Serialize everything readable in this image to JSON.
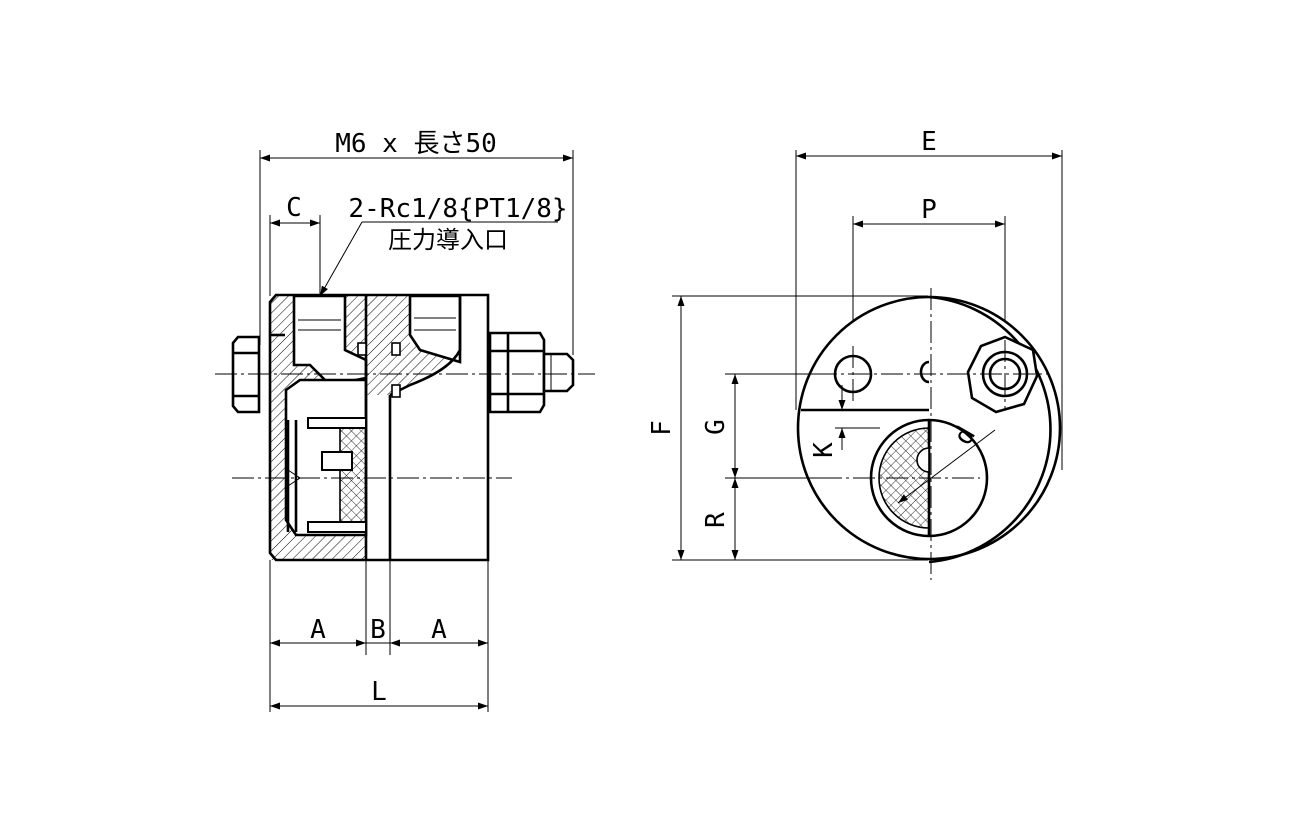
{
  "left_view": {
    "top_dimension": "M6 x 長さ50",
    "label_C": "C",
    "port_note_line1": "2-Rc1/8{PT1/8}",
    "port_note_line2": "圧力導入口",
    "label_A_left": "A",
    "label_B": "B",
    "label_A_right": "A",
    "label_L": "L"
  },
  "right_view": {
    "label_E": "E",
    "label_P": "P",
    "label_F": "F",
    "label_G": "G",
    "label_K": "K",
    "label_R": "R",
    "label_d": "d"
  },
  "colors": {
    "line": "#000000",
    "background": "#ffffff"
  }
}
